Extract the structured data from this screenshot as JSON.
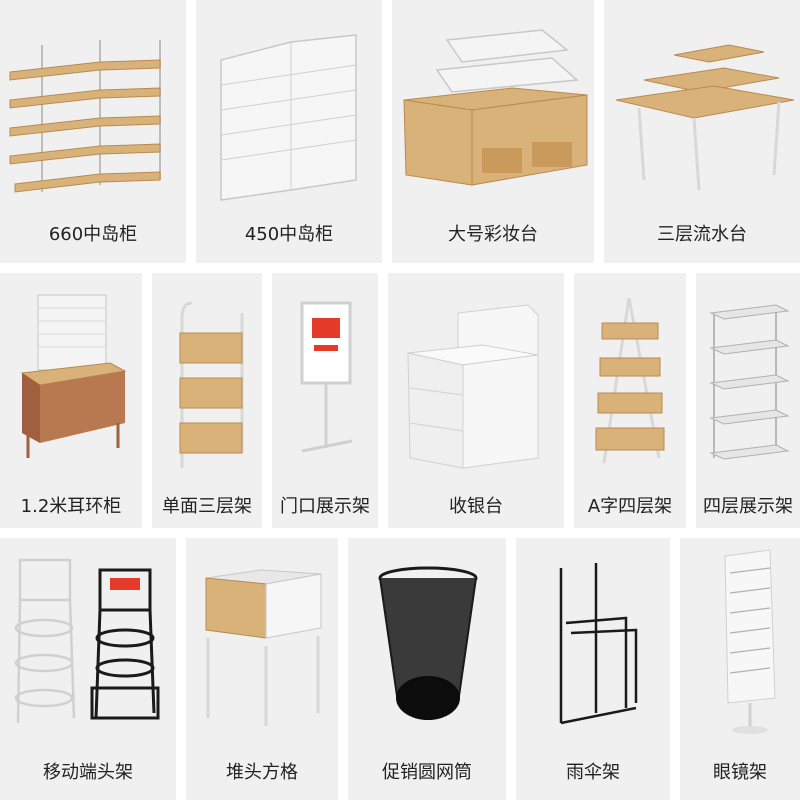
{
  "items": [
    {
      "name": "660中岛柜"
    },
    {
      "name": "450中岛柜"
    },
    {
      "name": "大号彩妆台"
    },
    {
      "name": "三层流水台"
    },
    {
      "name": "1.2米耳环柜"
    },
    {
      "name": "单面三层架"
    },
    {
      "name": "门口展示架"
    },
    {
      "name": "收银台"
    },
    {
      "name": "A字四层架"
    },
    {
      "name": "四层展示架"
    },
    {
      "name": "移动端头架"
    },
    {
      "name": "堆头方格"
    },
    {
      "name": "促销圆网筒"
    },
    {
      "name": "雨伞架"
    },
    {
      "name": "眼镜架"
    }
  ],
  "colors": {
    "card_bg": "#f0f0f0",
    "wood": "#d9b27a",
    "wood_dark": "#b88a52",
    "metal": "#e4e4e4",
    "metal_dark": "#9a9a9a",
    "black": "#1a1a1a"
  },
  "icons": [
    "shelf-icon",
    "rack-icon",
    "vanity-table-icon",
    "tiered-table-icon",
    "earring-cabinet-icon",
    "basket-rack-icon",
    "sign-stand-icon",
    "cashier-counter-icon",
    "a-frame-rack-icon",
    "wire-shelf-icon",
    "mobile-rack-icon",
    "grid-bin-icon",
    "round-mesh-bin-icon",
    "umbrella-rack-icon",
    "glasses-stand-icon"
  ]
}
